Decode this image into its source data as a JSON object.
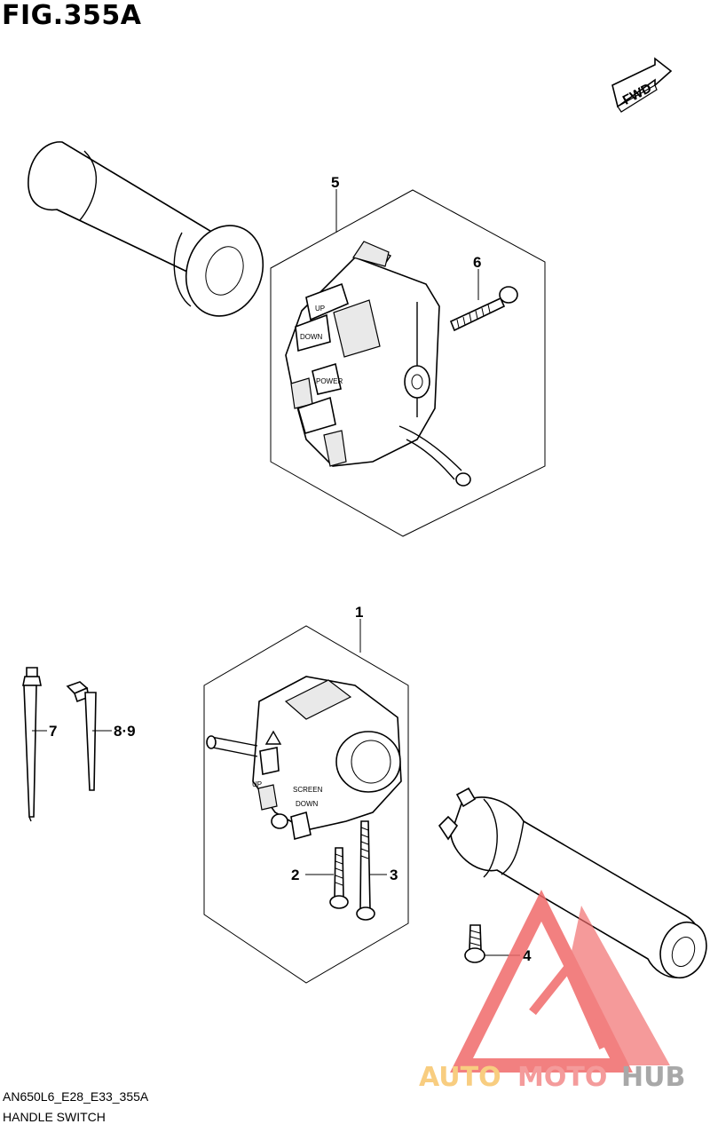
{
  "figure": {
    "title": "FIG.355A",
    "model_code": "AN650L6_E28_E33_355A",
    "name": "HANDLE SWITCH"
  },
  "direction_badge": "FWD",
  "callouts": [
    "1",
    "2",
    "3",
    "4",
    "5",
    "6",
    "7",
    "8·9"
  ],
  "switch_labels": {
    "up": "UP",
    "down": "DOWN",
    "power": "POWER",
    "screen": "SCREEN",
    "up_small": "UP",
    "down_small": "DOWN"
  },
  "watermark": {
    "brand_part1": "AUTO",
    "brand_part2": "MOTO",
    "brand_part3": "HUB",
    "colors": {
      "triangle": "#f06a6a",
      "auto": "#f7c56a",
      "moto": "#f38a8a",
      "hub": "#9a9a9a"
    }
  }
}
